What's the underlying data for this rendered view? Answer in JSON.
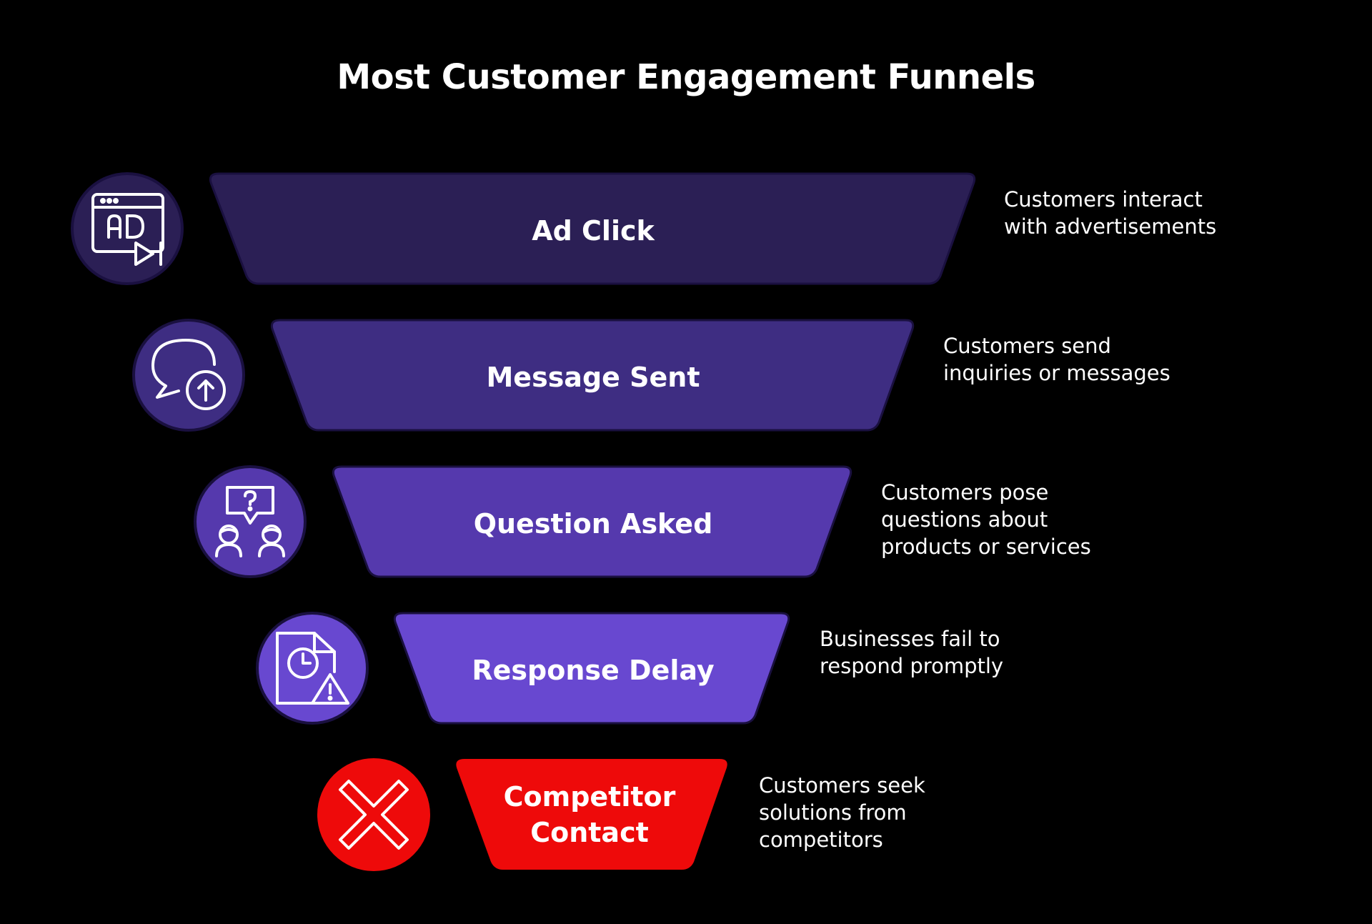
{
  "title": "Most Customer Engagement Funnels",
  "colors": {
    "background": "#000000",
    "stage_1": "#2b1f55",
    "stage_2": "#3e2d82",
    "stage_3": "#5539ad",
    "stage_4": "#6848d0",
    "stage_5": "#ee0a0a",
    "outline": "#1a1040"
  },
  "stages": [
    {
      "label": "Ad Click",
      "icon": "ad-video-icon",
      "description": [
        "Customers interact",
        "with advertisements"
      ]
    },
    {
      "label": "Message Sent",
      "icon": "message-upload-icon",
      "description": [
        "Customers send",
        "inquiries or messages"
      ]
    },
    {
      "label": "Question Asked",
      "icon": "people-question-icon",
      "description": [
        "Customers pose",
        "questions about",
        "products or services"
      ]
    },
    {
      "label": "Response Delay",
      "icon": "clock-warning-icon",
      "description": [
        "Businesses fail to",
        "respond promptly"
      ]
    },
    {
      "label": "Competitor Contact",
      "label_lines": [
        "Competitor",
        "Contact"
      ],
      "icon": "close-x-icon",
      "description": [
        "Customers seek",
        "solutions from",
        "competitors"
      ]
    }
  ]
}
